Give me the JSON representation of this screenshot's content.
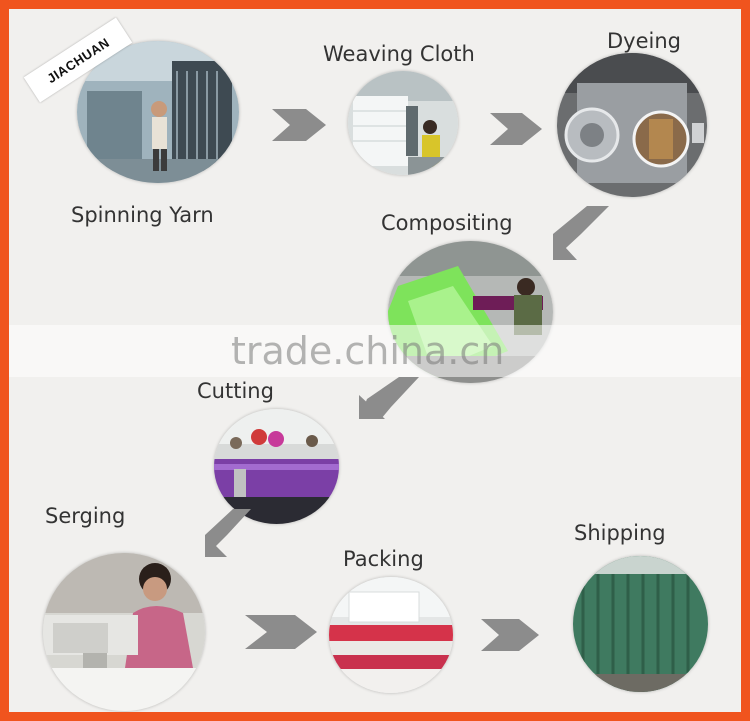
{
  "brand": {
    "text": "JIACHUAN"
  },
  "watermark": {
    "text": "trade.china.cn"
  },
  "steps": [
    {
      "label": "Spinning Yarn"
    },
    {
      "label": "Weaving Cloth"
    },
    {
      "label": "Dyeing"
    },
    {
      "label": "Compositing"
    },
    {
      "label": "Cutting"
    },
    {
      "label": "Serging"
    },
    {
      "label": "Packing"
    },
    {
      "label": "Shipping"
    }
  ],
  "colors": {
    "border": "#f0541e",
    "background": "#f1f0ee",
    "arrow": "#8c8c8c"
  }
}
